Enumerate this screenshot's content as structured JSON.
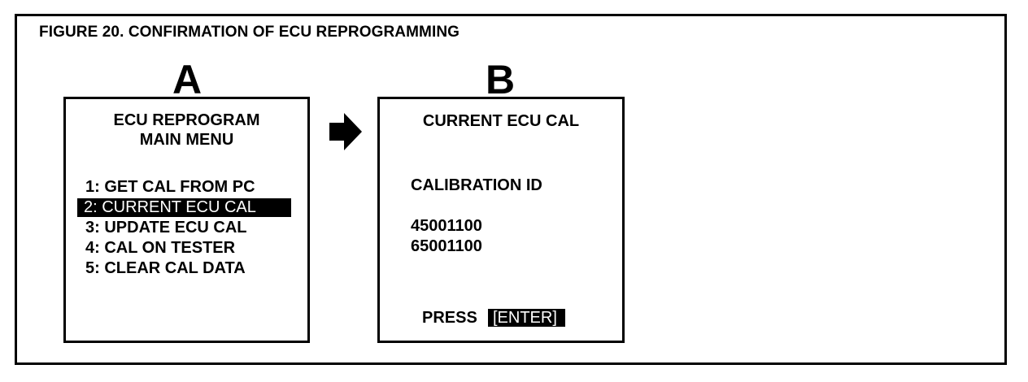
{
  "figure": {
    "title": "FIGURE 20.  CONFIRMATION OF ECU REPROGRAMMING"
  },
  "panel_a": {
    "letter": "A",
    "title_line1": "ECU REPROGRAM",
    "title_line2": "MAIN MENU",
    "menu_items": [
      "1:  GET CAL FROM PC",
      "2: CURRENT ECU CAL",
      "3:  UPDATE ECU CAL",
      "4:  CAL ON TESTER",
      "5:  CLEAR CAL DATA"
    ],
    "selected_index": 1
  },
  "panel_b": {
    "letter": "B",
    "title": "CURRENT ECU CAL",
    "label": "CALIBRATION ID",
    "values": [
      "45001100",
      "65001100"
    ],
    "press_label": "PRESS",
    "key_label": "[ENTER]"
  },
  "icons": {
    "transition": "arrow-right-icon"
  }
}
